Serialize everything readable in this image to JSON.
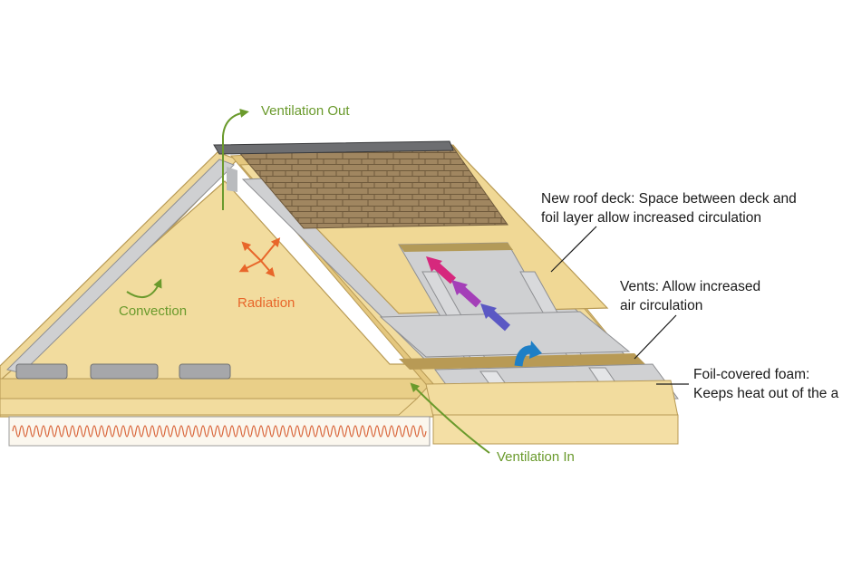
{
  "labels": {
    "ventilation_out": "Ventilation Out",
    "ventilation_in": "Ventilation In",
    "convection": "Convection",
    "radiation": "Radiation"
  },
  "callouts": {
    "roof_deck": {
      "line1": "New roof deck: Space between deck and",
      "line2": "foil layer allow increased circulation"
    },
    "vents": {
      "line1": "Vents: Allow increased",
      "line2": "air circulation"
    },
    "foil": {
      "line1": "Foil-covered foam:",
      "line2": "Keeps heat out of the a"
    }
  },
  "colors": {
    "wood": "#efd89a",
    "wood_edge": "#c9b068",
    "foil": "#cfd0d2",
    "foil_dark": "#9b9c9f",
    "shingle": "#a08660",
    "green": "#6a9a2c",
    "orange": "#e8662a",
    "insulation": "#d9653a",
    "airflow": [
      "#d6287d",
      "#a43fb8",
      "#5b58c4",
      "#1e7fc6"
    ]
  }
}
